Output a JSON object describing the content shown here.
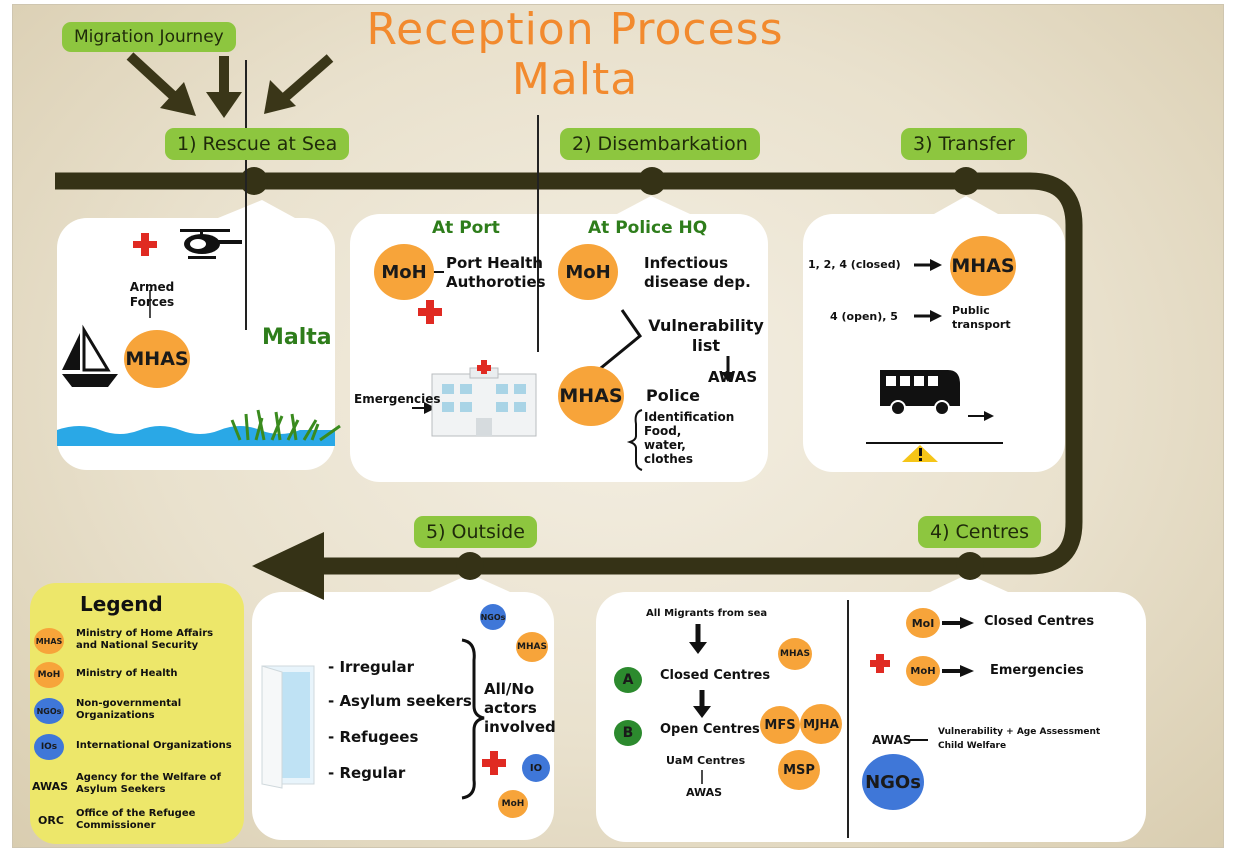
{
  "title": {
    "line1": "Reception Process",
    "line2": "Malta"
  },
  "migration_journey": "Migration Journey",
  "steps": {
    "rescue": "1) Rescue at Sea",
    "disembarkation": "2) Disembarkation",
    "transfer": "3) Transfer",
    "centres": "4) Centres",
    "outside": "5) Outside"
  },
  "rescue_panel": {
    "armed_forces": "Armed Forces",
    "mhas": "MHAS",
    "malta": "Malta"
  },
  "disembark_panel": {
    "at_port": "At Port",
    "at_police_hq": "At Police HQ",
    "moh_port": "MoH",
    "port_health": "Port Health Authoroties",
    "emergencies": "Emergencies",
    "moh_police": "MoH",
    "infectious": "Infectious disease dep.",
    "vulnerability": "Vulnerability list",
    "awas": "AWAS",
    "mhas": "MHAS",
    "police": "Police",
    "identification": "Identification",
    "food": "Food, water, clothes"
  },
  "transfer_panel": {
    "closed": "1, 2, 4 (closed)",
    "mhas": "MHAS",
    "open": "4 (open), 5",
    "public_transport": "Public transport"
  },
  "outside_panel": {
    "items": [
      "- Irregular",
      "- Asylum seekers",
      "- Refugees",
      "- Regular"
    ],
    "all_no": "All/No actors involved",
    "ngos": "NGOs",
    "mhas": "MHAS",
    "io": "IO",
    "moh": "MoH"
  },
  "centres_panel": {
    "all_migrants": "All Migrants from sea",
    "a": "A",
    "closed_centres": "Closed Centres",
    "b": "B",
    "open_centres": "Open Centres",
    "uam": "UaM Centres",
    "uam_awas": "AWAS",
    "mhas": "MHAS",
    "mfs": "MFS",
    "mjha": "MJHA",
    "msp": "MSP",
    "moi": "MoI",
    "closed_right": "Closed Centres",
    "moh": "MoH",
    "emergencies": "Emergencies",
    "awas": "AWAS",
    "vulnerability": "Vulnerability + Age Assessment",
    "child_welfare": "Child Welfare",
    "ngos": "NGOs"
  },
  "legend": {
    "title": "Legend",
    "items": [
      {
        "abbr": "MHAS",
        "text": "Ministry of Home Affairs and National Security"
      },
      {
        "abbr": "MoH",
        "text": "Ministry of Health"
      },
      {
        "abbr": "NGOs",
        "text": "Non-governmental Organizations"
      },
      {
        "abbr": "IOs",
        "text": "International Organizations"
      },
      {
        "abbr": "AWAS",
        "text": "Agency for the Welfare of Asylum Seekers"
      },
      {
        "abbr": "ORC",
        "text": "Office of the Refugee Commissioner"
      }
    ]
  },
  "colors": {
    "flow": "#353216",
    "step": "#8dc63f",
    "orange": "#f7a43a",
    "blue": "#3f77d8",
    "title": "#f28a2e",
    "green_text": "#2e7d1b",
    "legend_bg": "#ede76a"
  }
}
